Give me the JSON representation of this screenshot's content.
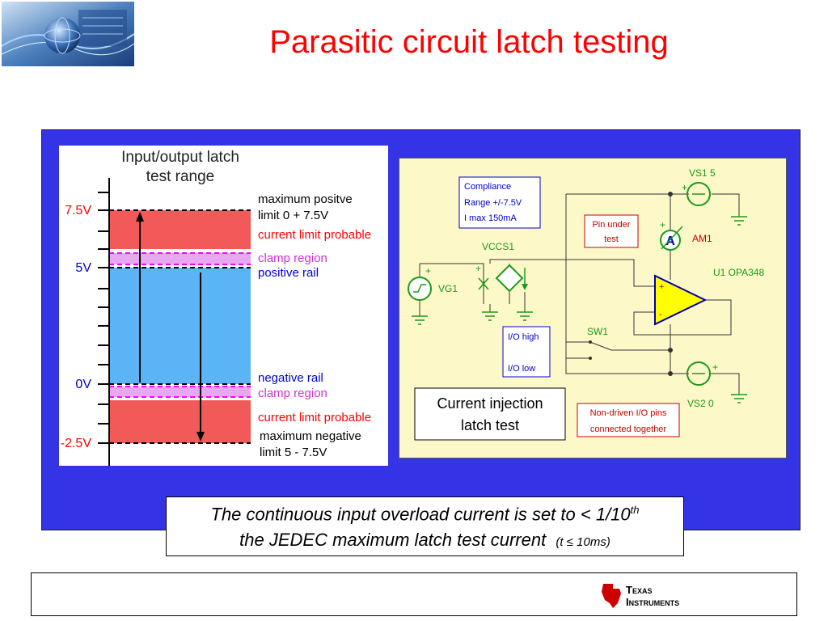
{
  "slide": {
    "title": "Parasitic circuit latch testing"
  },
  "latch_range": {
    "heading_line1": "Input/output latch",
    "heading_line2": "test range",
    "levels": [
      "7.5V",
      "5V",
      "0V",
      "-2.5V"
    ],
    "labels": {
      "max_positive_1": "maximum positve",
      "max_positive_2": "limit 0 + 7.5V",
      "current_limit_top": "current limit probable",
      "clamp_top": "clamp region",
      "positive_rail": "positive rail",
      "negative_rail": "negative rail",
      "clamp_bottom": "clamp region",
      "current_limit_bottom": "current limit probable",
      "max_negative_1": "maximum negative",
      "max_negative_2": "limit 5 - 7.5V"
    },
    "colors": {
      "red_zone": "#f25a5a",
      "clamp_zone": "#e7a8ef",
      "rail_zone": "#5ab4f5",
      "level_label": "#ff0000",
      "legend_blue": "#0000dd"
    }
  },
  "circuit": {
    "compliance_line1": "Compliance",
    "compliance_line2": "Range +/-7.5V",
    "compliance_line3": "I max 150mA",
    "pin_under_test_1": "Pin under",
    "pin_under_test_2": "test",
    "vccs": "VCCS1",
    "vg": "VG1",
    "io_high": "I/O high",
    "io_low": "I/O low",
    "sw": "SW1",
    "vs1": "VS1 5",
    "vs2": "VS2 0",
    "am": "AM1",
    "ammeter_symbol": "A",
    "opamp": "U1 OPA348",
    "current_injection_1": "Current injection",
    "current_injection_2": "latch test",
    "non_driven_1": "Non-driven I/O pins",
    "non_driven_2": "connected together",
    "plus": "+",
    "minus": "-"
  },
  "caption": {
    "line1": "The continuous input overload current is set to < 1/10",
    "line1_sup": "th",
    "line2": "the JEDEC maximum latch test current",
    "line2_small": "(t ≤ 10ms)"
  },
  "footer": {
    "brand_line1": "Texas",
    "brand_line2": "Instruments"
  }
}
